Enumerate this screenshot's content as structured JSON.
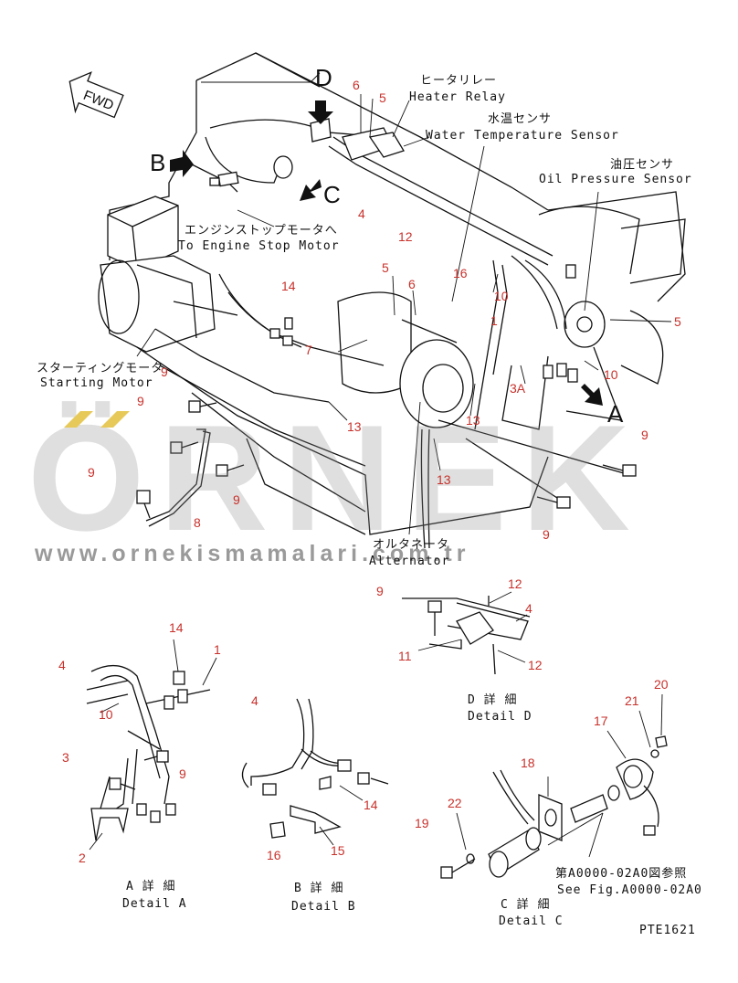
{
  "parts": [
    {
      "id": "p1a",
      "label": "1"
    },
    {
      "id": "p1b",
      "label": "1"
    },
    {
      "id": "p2",
      "label": "2"
    },
    {
      "id": "p3a",
      "label": "3"
    },
    {
      "id": "p3b",
      "label": "3A"
    },
    {
      "id": "p4a",
      "label": "4"
    },
    {
      "id": "p4b",
      "label": "4"
    },
    {
      "id": "p4c",
      "label": "4"
    },
    {
      "id": "p4d",
      "label": "4"
    },
    {
      "id": "p5a",
      "label": "5"
    },
    {
      "id": "p5b",
      "label": "5"
    },
    {
      "id": "p5c",
      "label": "5"
    },
    {
      "id": "p6a",
      "label": "6"
    },
    {
      "id": "p6b",
      "label": "6"
    },
    {
      "id": "p7",
      "label": "7"
    },
    {
      "id": "p8",
      "label": "8"
    },
    {
      "id": "p9a",
      "label": "9"
    },
    {
      "id": "p9b",
      "label": "9"
    },
    {
      "id": "p9c",
      "label": "9"
    },
    {
      "id": "p9d",
      "label": "9"
    },
    {
      "id": "p9e",
      "label": "9"
    },
    {
      "id": "p9f",
      "label": "9"
    },
    {
      "id": "p9g",
      "label": "9"
    },
    {
      "id": "p9h",
      "label": "9"
    },
    {
      "id": "p10a",
      "label": "10"
    },
    {
      "id": "p10b",
      "label": "10"
    },
    {
      "id": "p10c",
      "label": "10"
    },
    {
      "id": "p11",
      "label": "11"
    },
    {
      "id": "p12a",
      "label": "12"
    },
    {
      "id": "p12b",
      "label": "12"
    },
    {
      "id": "p12c",
      "label": "12"
    },
    {
      "id": "p13a",
      "label": "13"
    },
    {
      "id": "p13b",
      "label": "13"
    },
    {
      "id": "p13c",
      "label": "13"
    },
    {
      "id": "p14a",
      "label": "14"
    },
    {
      "id": "p14b",
      "label": "14"
    },
    {
      "id": "p14c",
      "label": "14"
    },
    {
      "id": "p15",
      "label": "15"
    },
    {
      "id": "p16a",
      "label": "16"
    },
    {
      "id": "p16b",
      "label": "16"
    },
    {
      "id": "p17",
      "label": "17"
    },
    {
      "id": "p18",
      "label": "18"
    },
    {
      "id": "p19",
      "label": "19"
    },
    {
      "id": "p20",
      "label": "20"
    },
    {
      "id": "p21",
      "label": "21"
    },
    {
      "id": "p22",
      "label": "22"
    }
  ],
  "callouts": {
    "heater_relay_jp": "ヒータリレー",
    "heater_relay_en": "Heater Relay",
    "water_temp_jp": "水温センサ",
    "water_temp_en": "Water Temperature Sensor",
    "oil_pressure_jp": "油圧センサ",
    "oil_pressure_en": "Oil Pressure Sensor",
    "engine_stop_jp": "エンジンストップモータへ",
    "engine_stop_en": "To Engine Stop Motor",
    "starting_motor_jp": "スターティングモータ",
    "starting_motor_en": "Starting Motor",
    "alternator_jp": "オルタネータ",
    "alternator_en": "Alternator",
    "see_fig_jp": "第A0000-02A0図参照",
    "see_fig_en": "See Fig.A0000-02A0"
  },
  "view_letters": {
    "a": "A",
    "b": "B",
    "c": "C",
    "d": "D"
  },
  "fwd": "FWD",
  "details": {
    "a_jp": "A 詳 細",
    "a_en": "Detail A",
    "b_jp": "B 詳 細",
    "b_en": "Detail B",
    "c_jp": "C 詳 細",
    "c_en": "Detail C",
    "d_jp": "D 詳 細",
    "d_en": "Detail D"
  },
  "figure_code": "PTE1621",
  "watermark": {
    "big": "ÖRNEK",
    "url": "www.ornekismamalari.com.tr"
  },
  "colors": {
    "part_number": "#c8312b",
    "line": "#111111",
    "watermark": "#8f8f8f",
    "watermark_accent": "#e7c95a"
  }
}
